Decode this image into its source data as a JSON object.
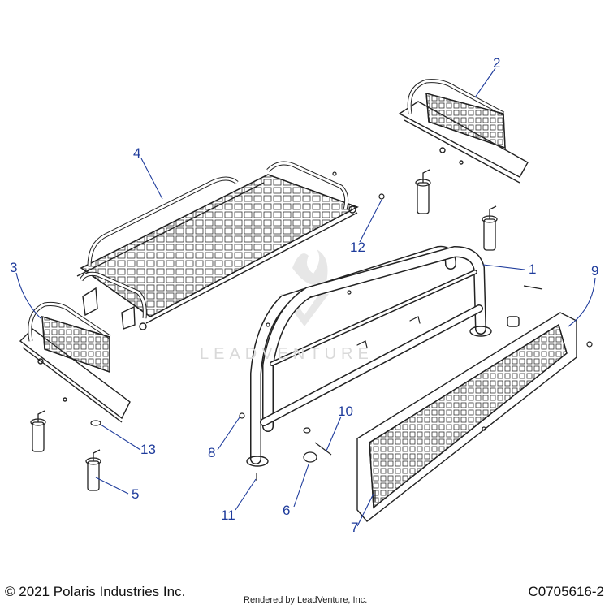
{
  "callouts": [
    "1",
    "2",
    "3",
    "4",
    "5",
    "6",
    "7",
    "8",
    "9",
    "10",
    "11",
    "12",
    "13"
  ],
  "watermark": "LEADVENTURE",
  "footer": {
    "copyright": "© 2021 Polaris Industries Inc.",
    "rendered_by": "Rendered by LeadVenture, Inc.",
    "drawing_number": "C0705616-2"
  },
  "colors": {
    "callout": "#1f3c9c",
    "line": "#222222",
    "watermark": "#d9d9d9"
  }
}
